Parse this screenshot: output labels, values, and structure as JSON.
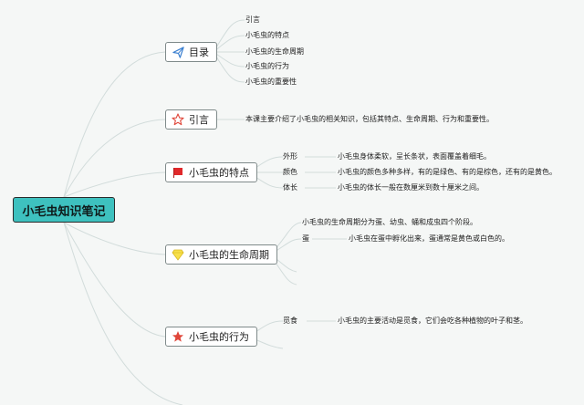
{
  "root": {
    "title": "小毛虫知识笔记"
  },
  "topics": {
    "toc": {
      "label": "目录",
      "icon": "paper-plane-icon",
      "items": [
        "引言",
        "小毛虫的特点",
        "小毛虫的生命周期",
        "小毛虫的行为",
        "小毛虫的重要性"
      ]
    },
    "intro": {
      "label": "引言",
      "icon": "star-outline-icon",
      "text": "本课主要介绍了小毛虫的相关知识，包括其特点、生命周期、行为和重要性。"
    },
    "features": {
      "label": "小毛虫的特点",
      "icon": "red-flag-icon",
      "items": [
        {
          "key": "外形",
          "value": "小毛虫身体柔软，呈长条状，表面覆盖着细毛。"
        },
        {
          "key": "颜色",
          "value": "小毛虫的颜色多种多样，有的是绿色、有的是棕色，还有的是黄色。"
        },
        {
          "key": "体长",
          "value": "小毛虫的体长一般在数厘米到数十厘米之间。"
        }
      ]
    },
    "lifecycle": {
      "label": "小毛虫的生命周期",
      "icon": "yellow-gem-icon",
      "summary": "小毛虫的生命周期分为蛋、幼虫、蛹和成虫四个阶段。",
      "items": [
        {
          "key": "蛋",
          "value": "小毛虫在蛋中孵化出来，蛋通常是黄色或白色的。"
        }
      ]
    },
    "behavior": {
      "label": "小毛虫的行为",
      "icon": "red-star-icon",
      "items": [
        {
          "key": "觅食",
          "value": "小毛虫的主要活动是觅食，它们会吃各种植物的叶子和茎。"
        }
      ]
    }
  },
  "colors": {
    "root_bg": "#3ec1bf",
    "line": "#d2dcdb"
  }
}
